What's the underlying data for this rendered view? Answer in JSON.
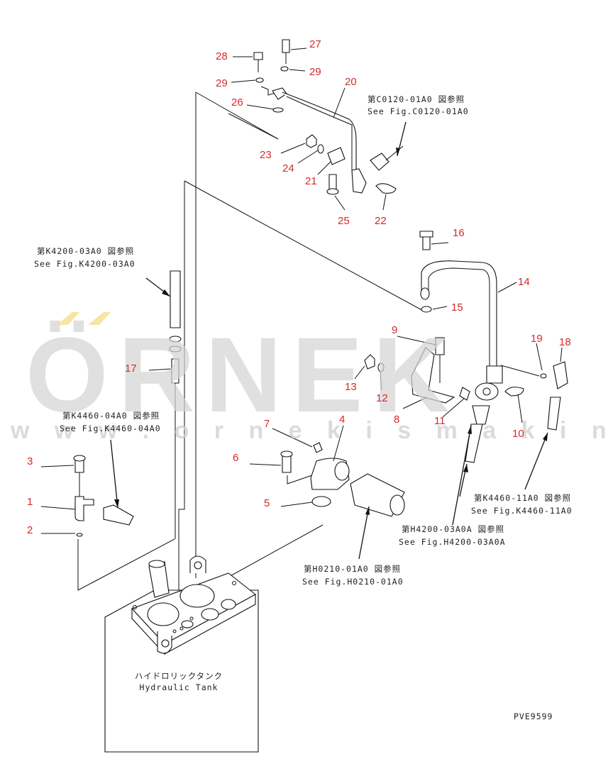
{
  "watermark": {
    "brand": "ÖRNEK",
    "url": "w w w . o r n e k i s m a k i n a l a r i . c o m . t r",
    "accent_color": "#f5d76e"
  },
  "part_labels": [
    "1",
    "2",
    "3",
    "4",
    "5",
    "6",
    "7",
    "8",
    "9",
    "10",
    "11",
    "12",
    "13",
    "14",
    "15",
    "16",
    "17",
    "18",
    "19",
    "20",
    "21",
    "22",
    "23",
    "24",
    "25",
    "26",
    "27",
    "28",
    "29"
  ],
  "references": {
    "c0120": {
      "jp": "第C0120-01A0 図参照",
      "en": "See Fig.C0120-01A0"
    },
    "k4200": {
      "jp": "第K4200-03A0 図参照",
      "en": "See Fig.K4200-03A0"
    },
    "k4460_04": {
      "jp": "第K4460-04A0 図参照",
      "en": "See Fig.K4460-04A0"
    },
    "k4460_11": {
      "jp": "第K4460-11A0 図参照",
      "en": "See Fig.K4460-11A0"
    },
    "h4200": {
      "jp": "第H4200-03A0A 図参照",
      "en": "See Fig.H4200-03A0A"
    },
    "h0210": {
      "jp": "第H0210-01A0 図参照",
      "en": "See Fig.H0210-01A0"
    }
  },
  "tank": {
    "jp": "ハイドロリックタンク",
    "en": "Hydraulic Tank"
  },
  "drawing_code": "PVE9599",
  "colors": {
    "label_red": "#d42a2a",
    "line": "#111111",
    "watermark_gray": "#d4d4d4"
  }
}
